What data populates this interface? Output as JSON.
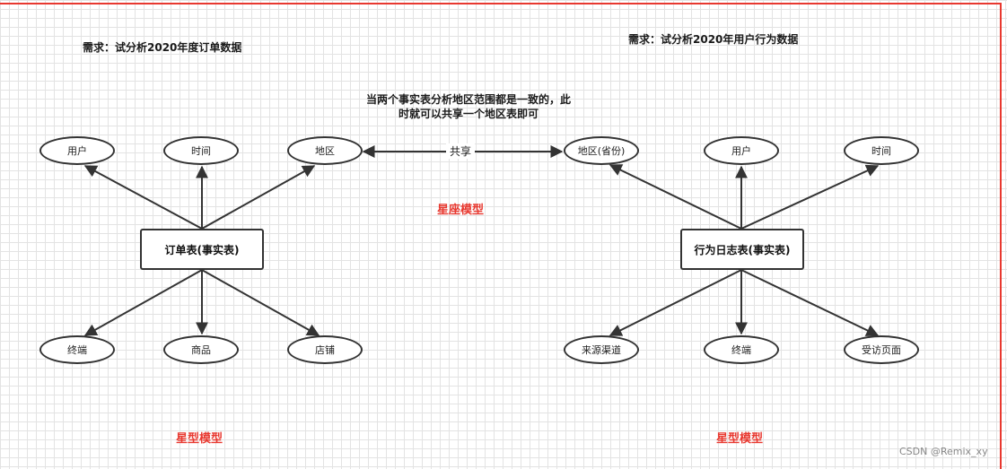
{
  "left": {
    "requirement": "需求：试分析2020年度订单数据",
    "fact_table": "订单表(事实表)",
    "dims_top": [
      "用户",
      "时间",
      "地区"
    ],
    "dims_bottom": [
      "终端",
      "商品",
      "店铺"
    ],
    "model_label": "星型模型"
  },
  "right": {
    "requirement": "需求：试分析2020年用户行为数据",
    "fact_table": "行为日志表(事实表)",
    "dims_top": [
      "地区(省份)",
      "用户",
      "时间"
    ],
    "dims_bottom": [
      "来源渠道",
      "终端",
      "受访页面"
    ],
    "model_label": "星型模型"
  },
  "shared": {
    "note": "当两个事实表分析地区范围都是一致的，此时就可以共享一个地区表即可",
    "link_label": "共享",
    "constellation_label": "星座模型"
  },
  "watermark": "CSDN @Remix_xy",
  "colors": {
    "accent": "#e8382f",
    "stroke": "#333333"
  }
}
